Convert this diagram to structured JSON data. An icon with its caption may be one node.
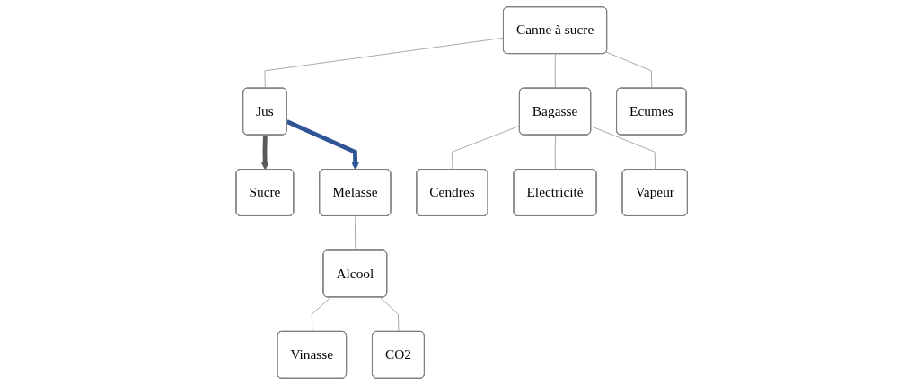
{
  "diagram": {
    "nodes": [
      {
        "text": [
          "Sucre"
        ]
      },
      {
        "text": [
          "Canne à sucre"
        ]
      },
      {
        "text": [
          "Jus"
        ]
      },
      {
        "text": [
          "Bagasse"
        ]
      },
      {
        "text": [
          "Ecumes"
        ]
      },
      {
        "text": [
          "Mélasse"
        ]
      },
      {
        "text": [
          "Cendres"
        ]
      },
      {
        "text": [
          "Electricité"
        ]
      },
      {
        "text": [
          "Vapeur"
        ]
      },
      {
        "text": [
          "Alcool"
        ]
      },
      {
        "text": [
          "Vinasse"
        ]
      },
      {
        "text": [
          "CO2"
        ]
      }
    ],
    "edges": [
      {
        "from": 1,
        "to": 2,
        "arrow": "none"
      },
      {
        "from": 1,
        "to": 3,
        "arrow": "none"
      },
      {
        "from": 1,
        "to": 4,
        "arrow": "none"
      },
      {
        "from": 2,
        "to": 0,
        "arrow": "to",
        "style": "thick",
        "color": "#595959"
      },
      {
        "from": 2,
        "to": 5,
        "arrow": "to",
        "style": "thick",
        "color": "#2f5597"
      },
      {
        "from": 3,
        "to": 6,
        "arrow": "none"
      },
      {
        "from": 3,
        "to": 7,
        "arrow": "none"
      },
      {
        "from": 3,
        "to": 8,
        "arrow": "none"
      },
      {
        "from": 5,
        "to": 9,
        "arrow": "none"
      },
      {
        "from": 9,
        "to": 10,
        "arrow": "none"
      },
      {
        "from": 9,
        "to": 11,
        "arrow": "none"
      }
    ]
  }
}
